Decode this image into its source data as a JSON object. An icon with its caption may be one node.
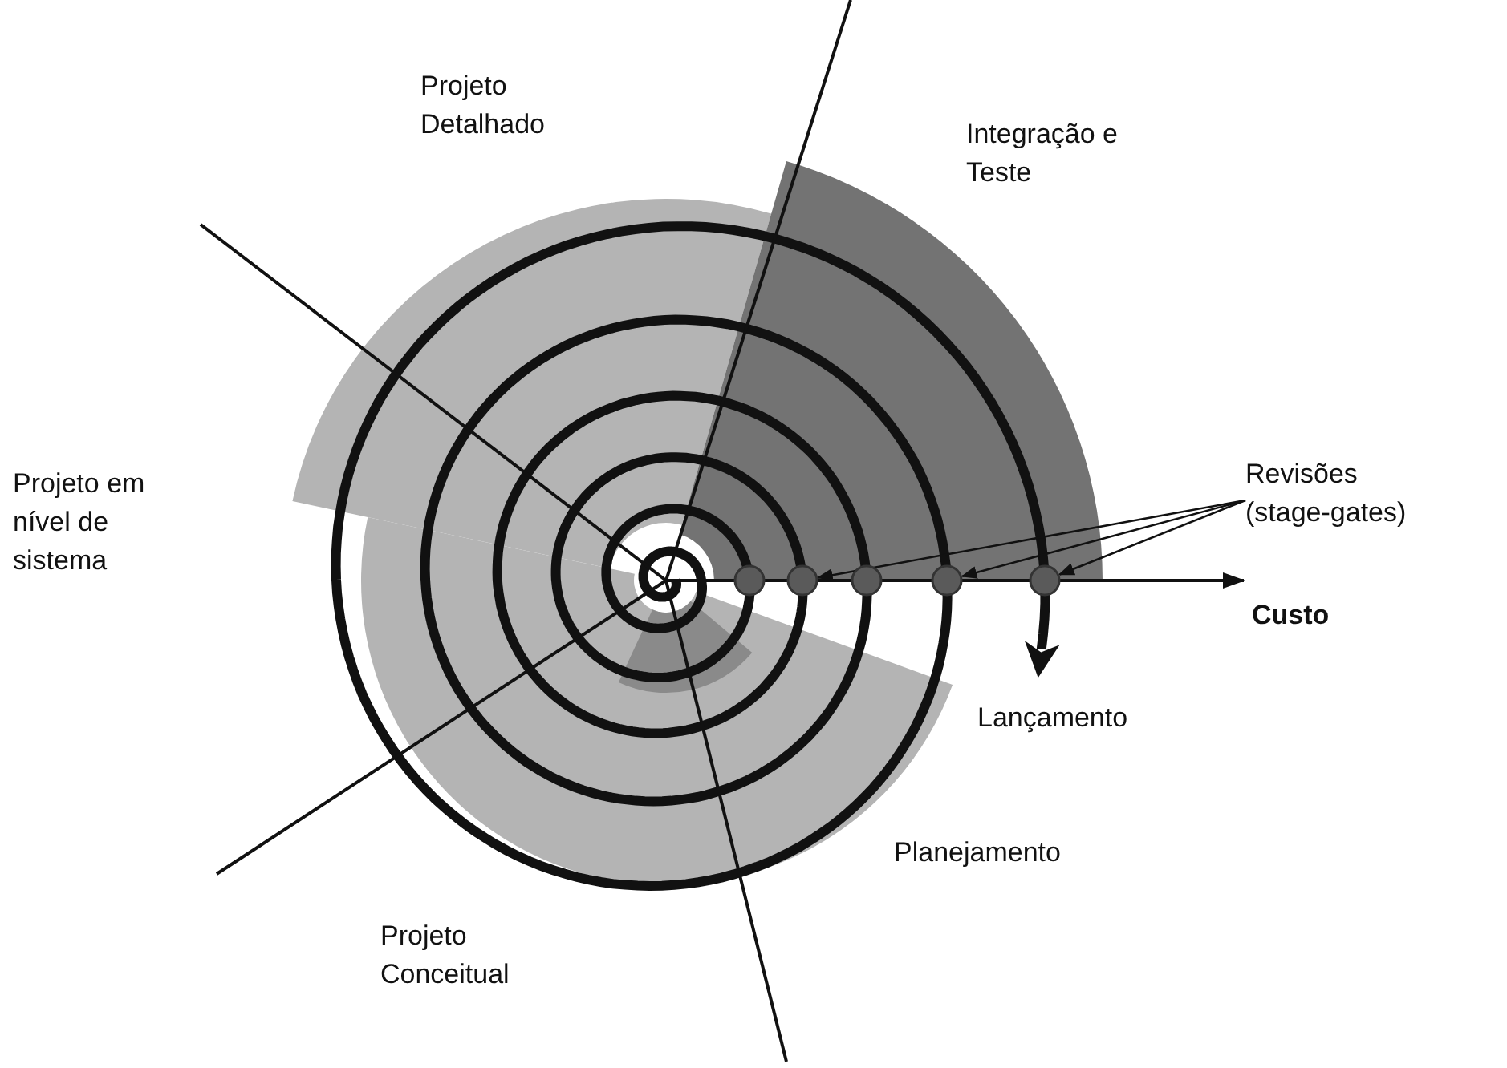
{
  "diagram": {
    "nodes": [
      {
        "text": [
          "Revisões (stage-gates)"
        ]
      },
      {
        "text": [],
        "shape": "circle"
      },
      {
        "text": [],
        "shape": "circle"
      },
      {
        "text": [],
        "shape": "circle"
      },
      {
        "text": [],
        "shape": "circle"
      },
      {
        "text": [],
        "shape": "circle"
      }
    ],
    "edges": [
      {
        "from": 0,
        "to": 2,
        "arrow": "to"
      },
      {
        "from": 0,
        "to": 4,
        "arrow": "to"
      },
      {
        "from": 0,
        "to": 5,
        "arrow": "to"
      }
    ],
    "labels": [
      "Projeto Detalhado",
      "Integração e Teste",
      "Projeto em nível de sistema",
      "Custo",
      "Lançamento",
      "Planejamento",
      "Projeto Conceitual"
    ]
  }
}
